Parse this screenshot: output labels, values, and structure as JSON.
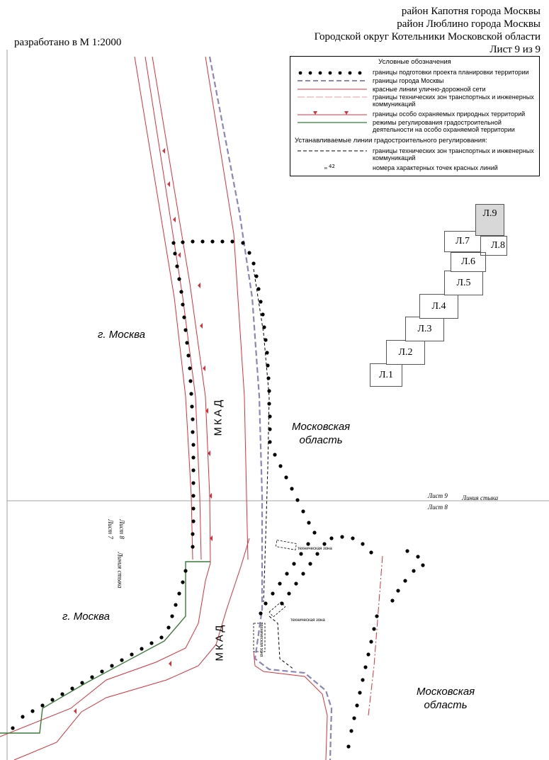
{
  "header": {
    "district_1": "район Капотня города Москвы",
    "district_2": "район Люблино города Москвы",
    "district_3": "Городской округ Котельники Московской области",
    "sheet": "Лист 9 из 9",
    "scale_note": "разработано в М 1:2000"
  },
  "legend": {
    "title": "Условные обозначения",
    "items": [
      {
        "icon": "dotted-boundary-icon",
        "label": "границы подготовки проекта планировки территории"
      },
      {
        "icon": "moscow-boundary-icon",
        "label": "границы города Москвы"
      },
      {
        "icon": "red-line-icon",
        "label": "красные линии улично-дорожной сети"
      },
      {
        "icon": "tech-zone-line-icon",
        "label": "границы технических зон транспортных и инженерных коммуникаций"
      },
      {
        "icon": "protected-area-icon",
        "label": "границы особо охраняемых природных территорий"
      },
      {
        "icon": "regulation-regime-icon",
        "label": "режимы регулирования градостроительной деятельности на особо охраняемой территории"
      }
    ],
    "section_title": "Устанавливаемые линии градостроительного регулирования:",
    "set_items": [
      {
        "icon": "set-tech-zone-icon",
        "label": "границы технических зон транспортных и инженерных коммуникаций"
      },
      {
        "icon": "point-number-icon",
        "marker": "42",
        "label": "номера характерных точек красных линий"
      }
    ],
    "colors": {
      "dots": "#000000",
      "moscow": "#8a86b8",
      "red": "#d9303c",
      "green": "#3a7a3a"
    }
  },
  "index_map": {
    "sheets": [
      "Л.1",
      "Л.2",
      "Л.3",
      "Л.4",
      "Л.5",
      "Л.6",
      "Л.7",
      "Л.8",
      "Л.9"
    ],
    "current": "Л.9"
  },
  "map": {
    "label_moscow_top": "г. Москва",
    "label_moscow_bottom": "г. Москва",
    "label_oblast_top": "Московская\nобласть",
    "label_oblast_bottom": "Московская\nобласть",
    "mkad_top": "МКАД",
    "mkad_bottom": "МКАД",
    "junction_sheet9": "Лист 9",
    "junction_sheet8": "Лист 8",
    "junction_line": "Линия стыка",
    "junction_v_sheet8": "Лист 8",
    "junction_v_sheet7": "Лист 7",
    "junction_v_line": "Линия стыка",
    "tech_zone_1": "техническая зона",
    "tech_zone_2": "техническая зона",
    "tech_zone_3": "техническая зона"
  }
}
